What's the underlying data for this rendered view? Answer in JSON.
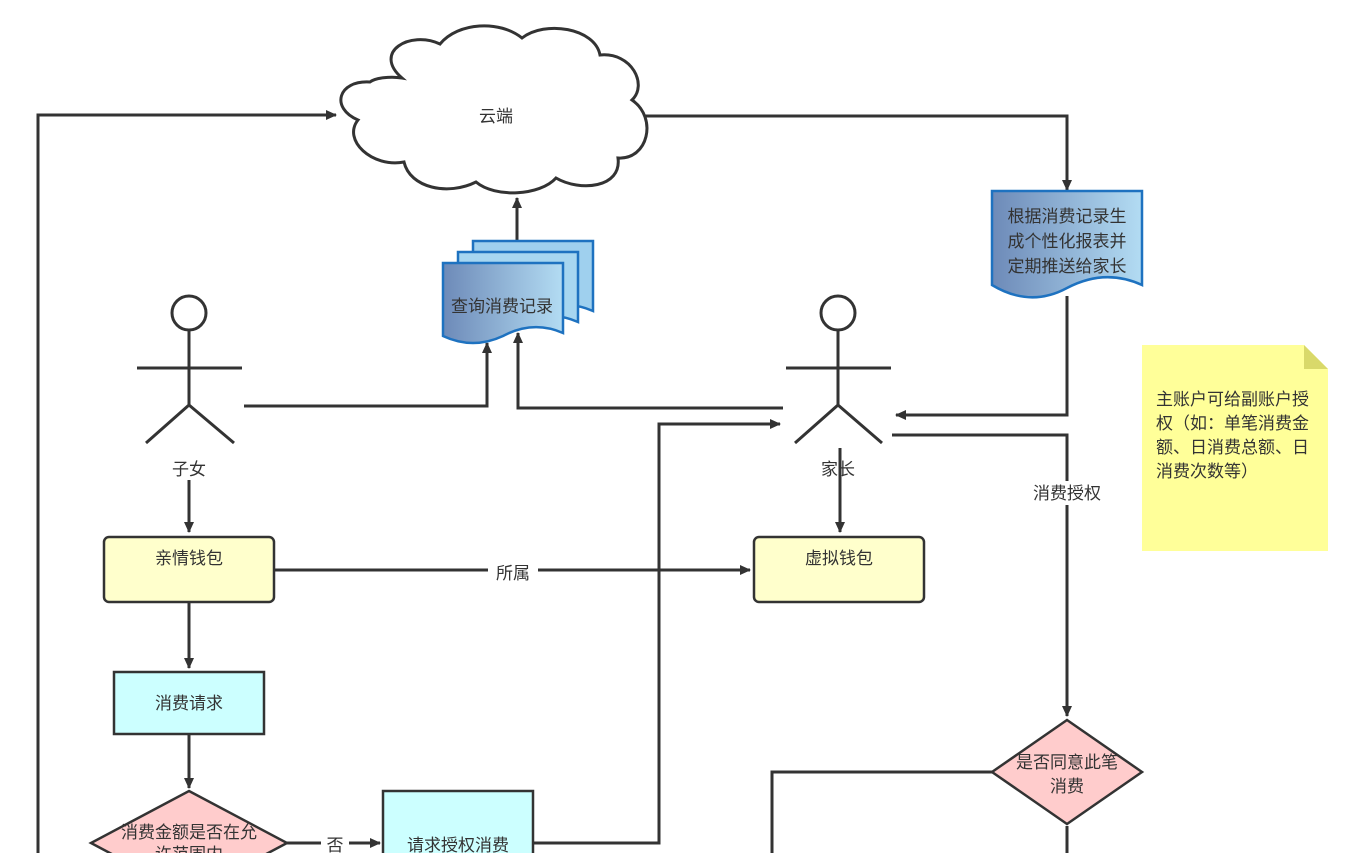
{
  "nodes": {
    "cloud": "云端",
    "query_records": "查询消费记录",
    "report_doc": [
      "根据消费记录生",
      "成个性化报表并",
      "定期推送给家长"
    ],
    "child_actor": "子女",
    "parent_actor": "家长",
    "family_wallet": "亲情钱包",
    "virtual_wallet": "虚拟钱包",
    "consume_request": "消费请求",
    "amount_check": [
      "消费金额是否在允",
      "许范围内"
    ],
    "request_auth": "请求授权消费",
    "agree_check": [
      "是否同意此笔",
      "消费"
    ]
  },
  "edges": {
    "belongs_to": "所属",
    "consume_auth": "消费授权",
    "no": "否"
  },
  "note": "主账户可给副账户授权（如：单笔消费金额、日消费总额、日消费次数等）",
  "colors": {
    "stroke": "#333333",
    "wallet_fill": "#ffffcc",
    "process_fill": "#ccffff",
    "decision_fill": "#ffcccc",
    "doc_fill_dark": "#7795c0",
    "doc_fill_light": "#a9d4ef",
    "doc_stroke": "#1e72c0",
    "note_fill": "#ffff99"
  }
}
